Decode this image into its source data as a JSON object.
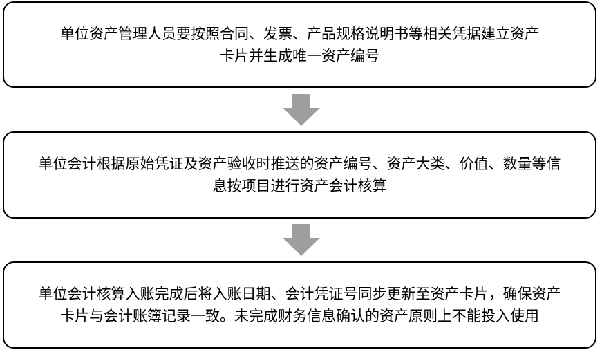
{
  "steps": [
    {
      "line1": "单位资产管理人员要按照合同、发票、产品规格说明书等相关凭据建立资产",
      "line2": "卡片并生成唯一资产编号"
    },
    {
      "line1": "单位会计根据原始凭证及资产验收时推送的资产编号、资产大类、价值、数量等信",
      "line2": "息按项目进行资产会计核算"
    },
    {
      "line1": "单位会计核算入账完成后将入账日期、会计凭证号同步更新至资产卡片，确保资产",
      "line2": "卡片与会计账簿记录一致。未完成财务信息确认的资产原则上不能投入使用"
    }
  ],
  "colors": {
    "border": "#000000",
    "arrow": "#9e9e9e",
    "text": "#000000"
  },
  "icons": {
    "arrow": "down-arrow-icon"
  }
}
